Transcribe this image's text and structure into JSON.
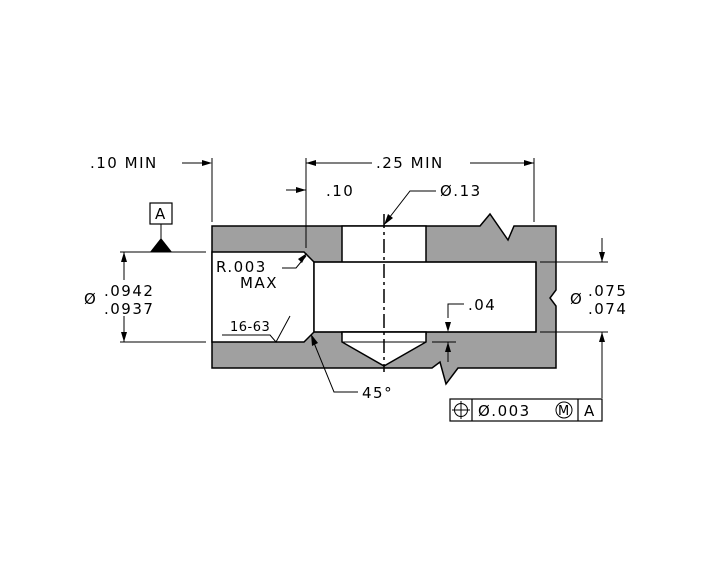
{
  "dimensions": {
    "min_left": ".10 MIN",
    "min_top": ".25 MIN",
    "d_10": ".10",
    "dia_13": "Ø.13",
    "radius_line1": "R.003",
    "radius_line2": "MAX",
    "dia_left_upper": ".0942",
    "dia_left_lower": ".0937",
    "dia_symbol": "Ø",
    "finish": "16-63",
    "depth_04": ".04",
    "dia_right_upper": ".075",
    "dia_right_lower": ".074",
    "angle": "45°"
  },
  "datum": {
    "label": "A"
  },
  "feature_control_frame": {
    "position_symbol": "position",
    "tolerance": "Ø.003",
    "modifier": "M",
    "datum_ref": "A"
  }
}
